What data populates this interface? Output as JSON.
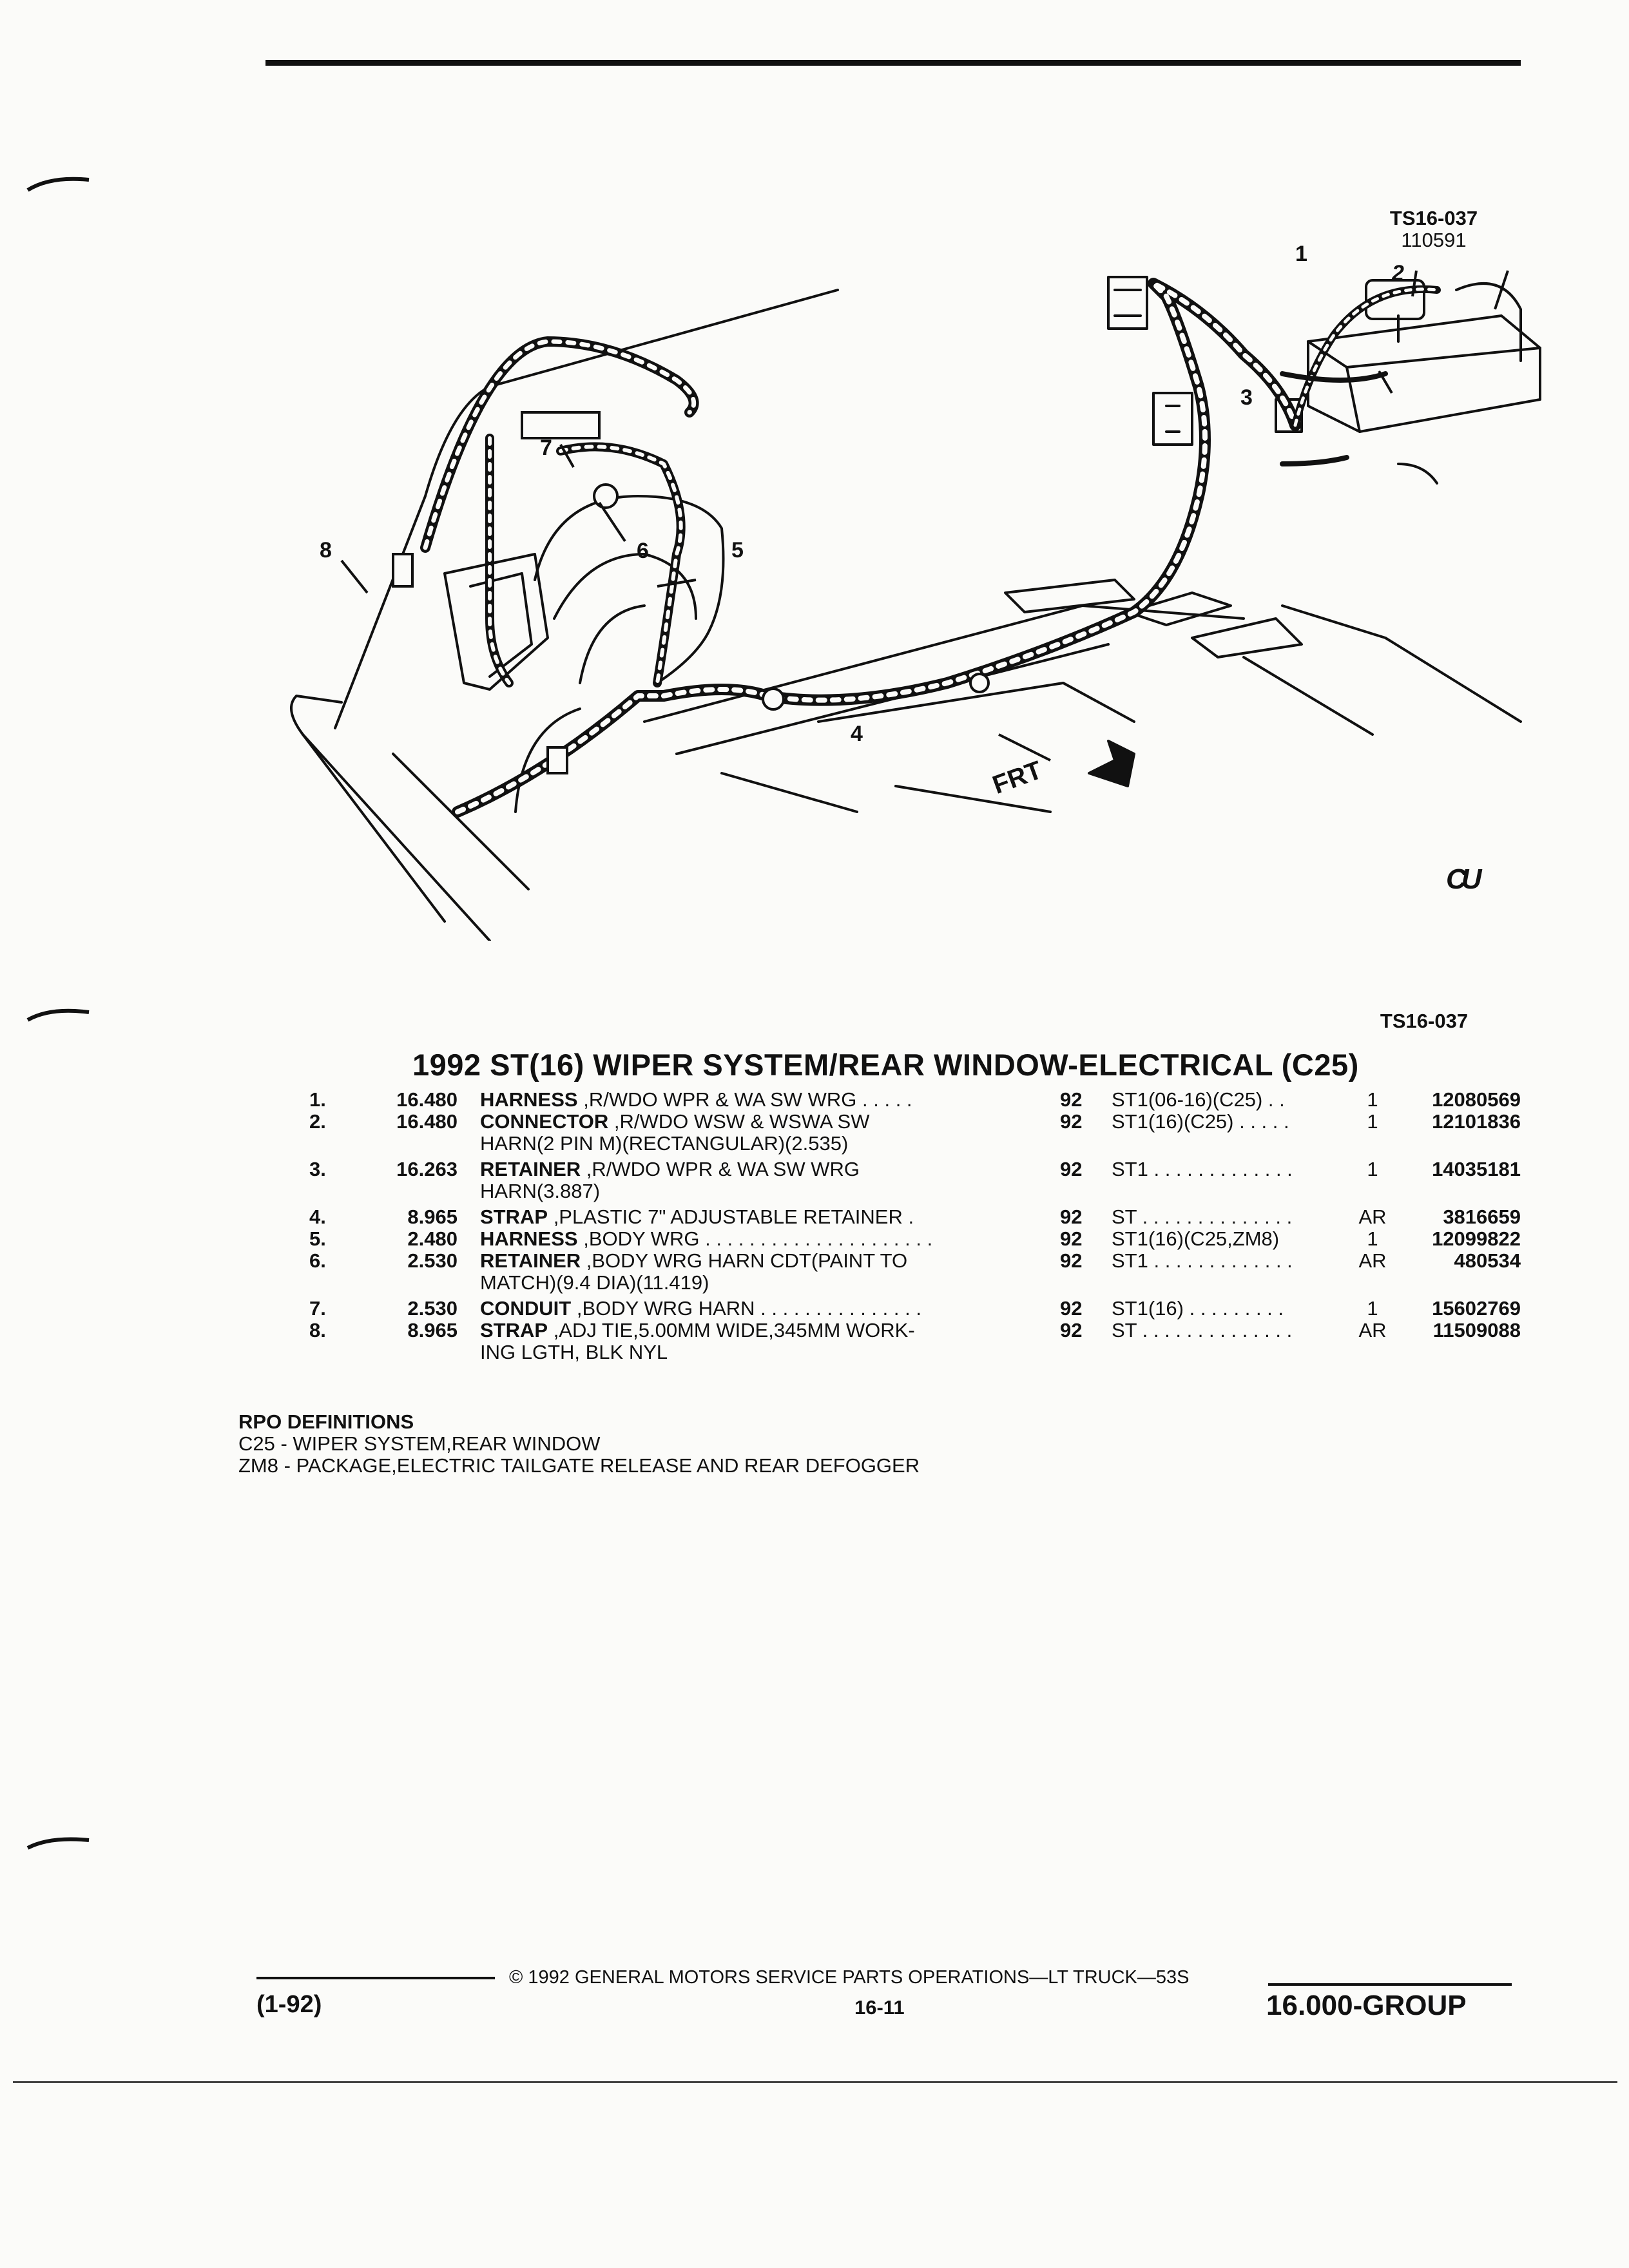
{
  "figure": {
    "code_top": "TS16-037",
    "date_code": "110591",
    "code_bottom": "TS16-037",
    "callouts": [
      "1",
      "2",
      "3",
      "4",
      "5",
      "6",
      "7",
      "8"
    ],
    "front_label": "FRT",
    "logo_label": "CU"
  },
  "catalog": {
    "title": "1992 ST(16) WIPER SYSTEM/REAR WINDOW-ELECTRICAL (C25)",
    "parts": [
      {
        "no": "1.",
        "group": "16.480",
        "name": "HARNESS",
        "desc": " ,R/WDO WPR & WA SW WRG . . . . .",
        "desc2": "",
        "year": "92",
        "model": "ST1(06-16)(C25) . .",
        "qty": "1",
        "part_number": "12080569"
      },
      {
        "no": "2.",
        "group": "16.480",
        "name": "CONNECTOR",
        "desc": " ,R/WDO WSW & WSWA SW",
        "desc2": "HARN(2 PIN M)(RECTANGULAR)(2.535)",
        "year": "92",
        "model": "ST1(16)(C25) . . . . .",
        "qty": "1",
        "part_number": "12101836"
      },
      {
        "no": "3.",
        "group": "16.263",
        "name": "RETAINER",
        "desc": " ,R/WDO WPR & WA SW WRG",
        "desc2": "HARN(3.887)",
        "year": "92",
        "model": "ST1 . . . . . . . . . . . . .",
        "qty": "1",
        "part_number": "14035181"
      },
      {
        "no": "4.",
        "group": "8.965",
        "name": "STRAP",
        "desc": " ,PLASTIC 7\" ADJUSTABLE RETAINER .",
        "desc2": "",
        "year": "92",
        "model": "ST . . . . . . . . . . . . . .",
        "qty": "AR",
        "part_number": "3816659"
      },
      {
        "no": "5.",
        "group": "2.480",
        "name": "HARNESS",
        "desc": " ,BODY WRG . . . . . . . . . . . . . . . . . . . . .",
        "desc2": "",
        "year": "92",
        "model": "ST1(16)(C25,ZM8)",
        "qty": "1",
        "part_number": "12099822"
      },
      {
        "no": "6.",
        "group": "2.530",
        "name": "RETAINER",
        "desc": " ,BODY WRG HARN CDT(PAINT TO",
        "desc2": "MATCH)(9.4 DIA)(11.419)",
        "year": "92",
        "model": "ST1 . . . . . . . . . . . . .",
        "qty": "AR",
        "part_number": "480534"
      },
      {
        "no": "7.",
        "group": "2.530",
        "name": "CONDUIT",
        "desc": " ,BODY WRG HARN . . . . . . . . . . . . . . .",
        "desc2": "",
        "year": "92",
        "model": "ST1(16) . . . . . . . . .",
        "qty": "1",
        "part_number": "15602769"
      },
      {
        "no": "8.",
        "group": "8.965",
        "name": "STRAP",
        "desc": " ,ADJ TIE,5.00MM WIDE,345MM WORK-",
        "desc2": "ING LGTH, BLK NYL",
        "year": "92",
        "model": "ST . . . . . . . . . . . . . .",
        "qty": "AR",
        "part_number": "11509088"
      }
    ]
  },
  "rpo": {
    "heading": "RPO DEFINITIONS",
    "lines": [
      "C25 - WIPER SYSTEM,REAR WINDOW",
      "ZM8 - PACKAGE,ELECTRIC TAILGATE RELEASE AND REAR DEFOGGER"
    ]
  },
  "footer": {
    "copyright": "© 1992 GENERAL MOTORS SERVICE PARTS OPERATIONS—LT TRUCK—53S",
    "page": "16-11",
    "revision": "(1-92)",
    "group": "16.000-GROUP"
  }
}
